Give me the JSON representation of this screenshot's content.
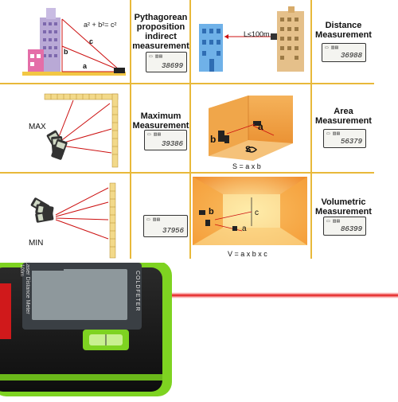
{
  "cells": {
    "pythagorean": {
      "title": "Pythagorean proposition indirect measurement",
      "formula": "a² + b²= c²",
      "label_a": "a",
      "label_b": "b",
      "label_c": "c",
      "lcd_value": "38699"
    },
    "distance": {
      "title": "Distance Measurement",
      "range_label": "L≤100m",
      "lcd_value": "36988"
    },
    "maximum": {
      "side_label": "MAX",
      "title": "Maximum Measurement",
      "lcd_value": "39386"
    },
    "area": {
      "title": "Area Measurement",
      "formula": "S = a x b",
      "label_a": "a",
      "label_b": "b",
      "label_s": "S",
      "lcd_value": "56379"
    },
    "minimum": {
      "side_label": "MIN",
      "lcd_value": "37956"
    },
    "volumetric": {
      "title": "Volumetric Measurement",
      "formula": "V = a x b x c",
      "label_a": "a",
      "label_b": "b",
      "label_c": "c",
      "lcd_value": "86399"
    }
  },
  "device": {
    "label_line1": "Laser Distance Meter",
    "label_line2": "100m",
    "brand": "COLDFETER"
  },
  "colors": {
    "grid": "#e8b93a",
    "laser": "#e01010",
    "device_green": "#7ed321",
    "device_black": "#1a1a1a"
  }
}
